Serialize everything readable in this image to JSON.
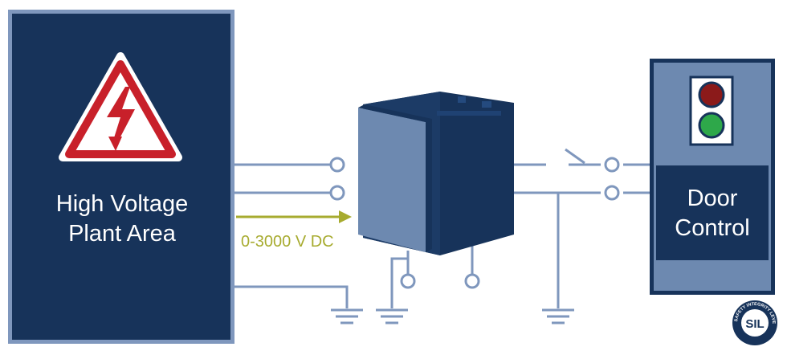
{
  "plant": {
    "title_line1": "High Voltage",
    "title_line2": "Plant Area",
    "warning_icon": "high-voltage-warning-icon"
  },
  "signal": {
    "label": "0-3000 V DC",
    "arrow_color": "#a7ab2f"
  },
  "door": {
    "title_line1": "Door",
    "title_line2": "Control",
    "traffic_light_icon": "traffic-light-icon",
    "lamp_colors": [
      "#8b1a1a",
      "#2ea84a"
    ]
  },
  "badge": {
    "text": "SIL",
    "ring_text": "SAFETY INTEGRITY LEVEL"
  },
  "colors": {
    "navy": "#17335a",
    "slate": "#6d89b0",
    "wire": "#7f97bd",
    "warning_red": "#c8202a"
  }
}
